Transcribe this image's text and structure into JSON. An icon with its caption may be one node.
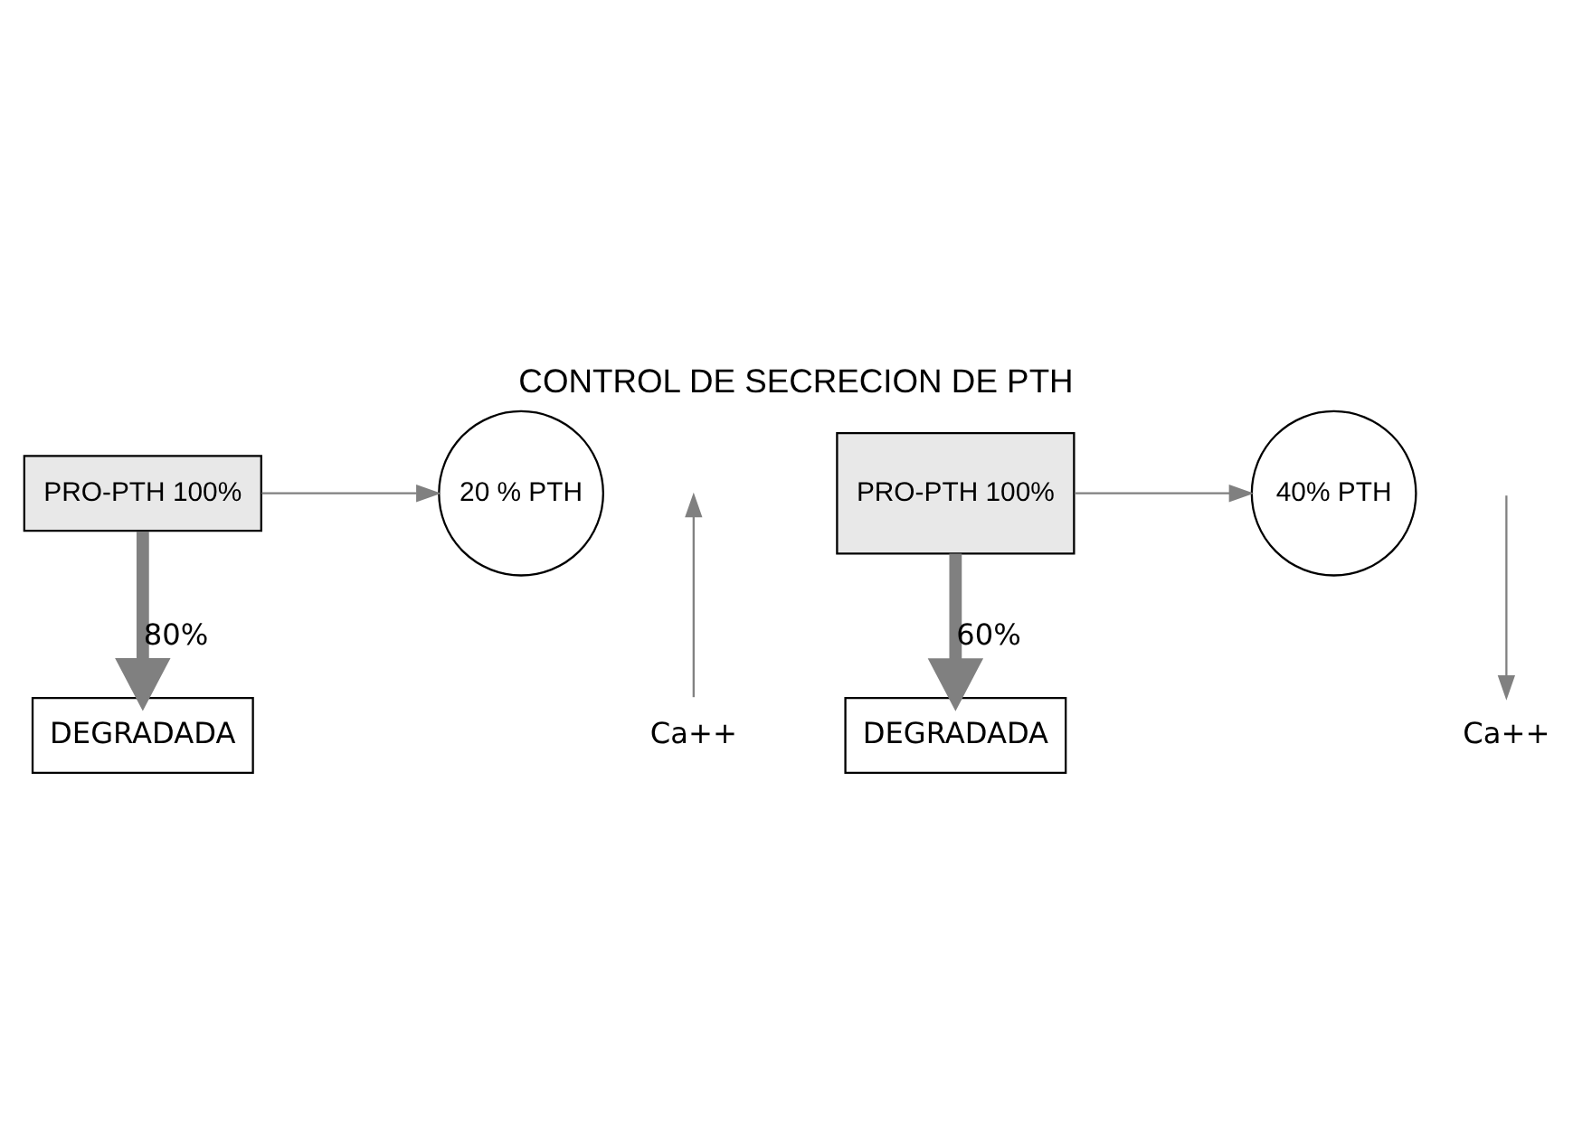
{
  "diagram": {
    "title": "CONTROL DE SECRECION DE PTH",
    "nodes": [
      {
        "text": [
          "PRO-PTH 100%"
        ]
      },
      {
        "text": [
          "20 % PTH"
        ]
      },
      {
        "text": [
          "Ca++"
        ]
      },
      {
        "text": [
          "DEGRADADA"
        ]
      },
      {
        "text": [
          "PRO-PTH 100%"
        ]
      },
      {
        "text": [
          "40% PTH"
        ]
      },
      {
        "text": [
          "Ca++"
        ]
      },
      {
        "text": [
          "DEGRADADA"
        ]
      }
    ],
    "edges": [
      {
        "from": 0,
        "to": 1,
        "arrow": "to"
      },
      {
        "from": 0,
        "to": 3,
        "arrow": "to",
        "label": "80%",
        "style": "thick"
      },
      {
        "from": 2,
        "to": null,
        "arrow": "to"
      },
      {
        "from": 4,
        "to": 5,
        "arrow": "to"
      },
      {
        "from": 4,
        "to": 7,
        "arrow": "to",
        "label": "60%",
        "style": "thick"
      },
      {
        "from": null,
        "to": 6,
        "arrow": "to"
      }
    ]
  }
}
